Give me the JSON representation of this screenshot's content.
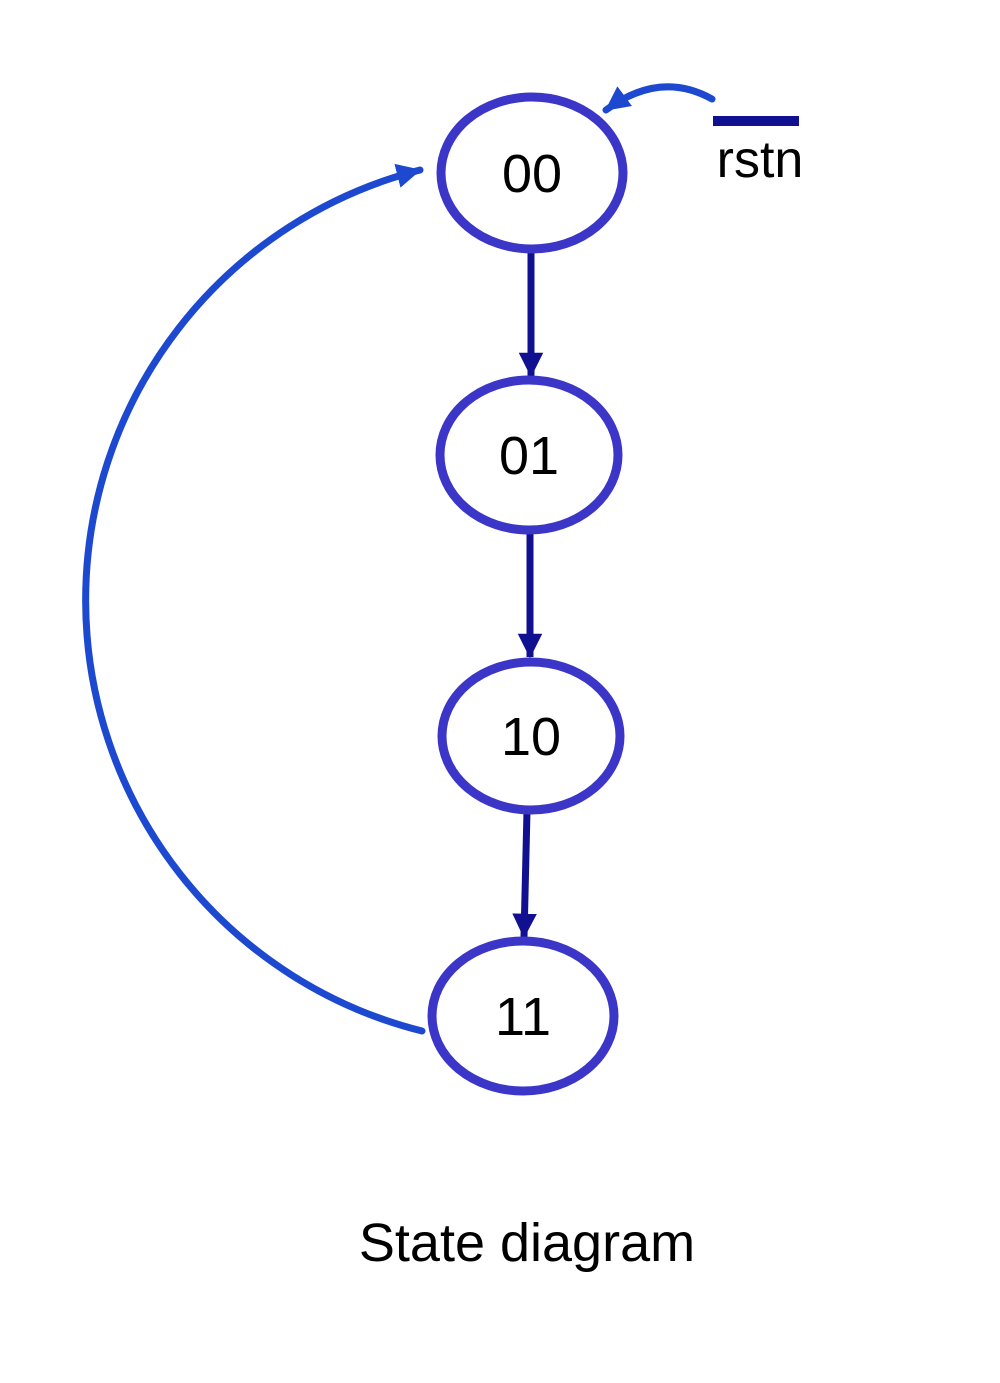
{
  "diagram": {
    "states": [
      {
        "label": "00"
      },
      {
        "label": "01"
      },
      {
        "label": "10"
      },
      {
        "label": "11"
      }
    ],
    "transitions": [
      {
        "from": "00",
        "to": "01"
      },
      {
        "from": "01",
        "to": "10"
      },
      {
        "from": "10",
        "to": "11"
      },
      {
        "from": "11",
        "to": "00"
      }
    ],
    "reset_signal": {
      "label": "rstn",
      "active_low_overline": true,
      "target_state": "00"
    },
    "caption": "State diagram"
  },
  "colors": {
    "state_outline": "#3b35c8",
    "transition_arrow": "#101090",
    "loop_arrow": "#1c49cf",
    "reset_bar": "#101090",
    "text": "#000000",
    "background": "#ffffff"
  }
}
